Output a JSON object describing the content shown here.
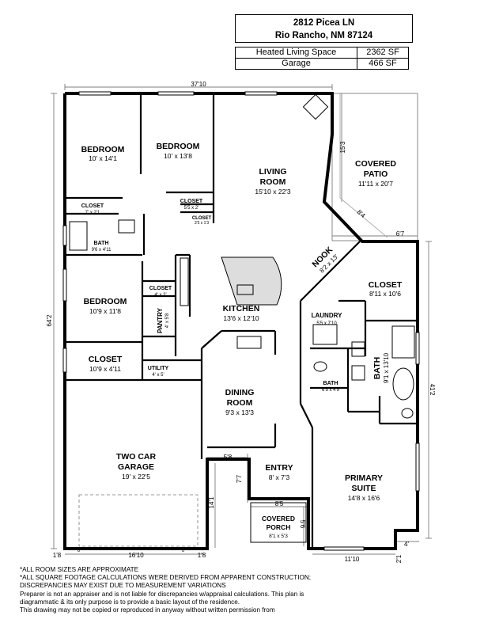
{
  "header": {
    "address_line1": "2812 Picea LN",
    "address_line2": "Rio Rancho, NM 87124"
  },
  "areas": [
    {
      "name": "Heated Living Space",
      "value": "2362 SF"
    },
    {
      "name": "Garage",
      "value": "466 SF"
    }
  ],
  "rooms": {
    "bedroom_nw": {
      "name": "BEDROOM",
      "size": "10' x 14'1"
    },
    "bedroom_n": {
      "name": "BEDROOM",
      "size": "10' x 13'8"
    },
    "living": {
      "name1": "LIVING",
      "name2": "ROOM",
      "size": "15'10 x 22'3"
    },
    "patio": {
      "name1": "COVERED",
      "name2": "PATIO",
      "size": "11'11 x 20'7"
    },
    "closet1": {
      "name": "CLOSET",
      "size": "7' x 2'1"
    },
    "closet2": {
      "name": "CLOSET",
      "size": "5'5 x 2'"
    },
    "closet3": {
      "name": "CLOSET",
      "size": "3'5 x 1'3"
    },
    "bath1": {
      "name": "BATH",
      "size": "9'6 x 4'11"
    },
    "nook": {
      "name": "NOOK",
      "size": "8'2 x 13'"
    },
    "closet_big": {
      "name": "CLOSET",
      "size": "8'11 x 10'6"
    },
    "bedroom_w": {
      "name": "BEDROOM",
      "size": "10'9 x 11'8"
    },
    "closet4": {
      "name": "CLOSET",
      "size": "4' x 2'"
    },
    "pantry": {
      "name": "PANTRY",
      "size": "4' x 5'8"
    },
    "kitchen": {
      "name": "KITCHEN",
      "size": "13'6 x 12'10"
    },
    "laundry": {
      "name": "LAUNDRY",
      "size": "5'5 x 7'10"
    },
    "bath_primary": {
      "name": "BATH",
      "size": "9'1 x 13'10"
    },
    "closet5": {
      "name": "CLOSET",
      "size": "10'9 x 4'11"
    },
    "utility": {
      "name": "UTILITY",
      "size": "4' x 5'"
    },
    "bath2": {
      "name": "BATH",
      "size": "6'5 x 4'9"
    },
    "dining": {
      "name1": "DINING",
      "name2": "ROOM",
      "size": "9'3 x 13'3"
    },
    "garage": {
      "name1": "TWO CAR",
      "name2": "GARAGE",
      "size": "19' x 22'5"
    },
    "entry": {
      "name": "ENTRY",
      "size": "8' x 7'3"
    },
    "porch": {
      "name1": "COVERED",
      "name2": "PORCH",
      "size": "8'1 x 5'3"
    },
    "primary": {
      "name1": "PRIMARY",
      "name2": "SUITE",
      "size": "14'8 x 16'6"
    }
  },
  "dims": {
    "top": "37'10",
    "left": "64'2",
    "right": "41'2",
    "patio_side": "15'3",
    "patio_diag": "8'4",
    "patio_bottom": "6'7",
    "entry_side": "5'8",
    "entry_left": "7'7",
    "porch_top": "8'5",
    "porch_right": "5'6",
    "garage_right": "14'1",
    "bottom_left": "1'8",
    "bottom_left2": "6'",
    "bottom_mid": "16'10",
    "bottom_right2": "6'",
    "bottom_right": "1'8",
    "bottom_primary": "11'10",
    "corner_right": "4'",
    "corner_bottom": "2'1"
  },
  "notes": [
    "*ALL ROOM SIZES ARE APPROXIMATE",
    "*ALL SQUARE FOOTAGE CALCULATIONS WERE DERIVED FROM APPARENT CONSTRUCTION;",
    "DISCREPANCIES MAY EXIST DUE TO MEASUREMENT VARIATIONS",
    "Preparer is not an appraiser and is not liable for discrepancies w/appraisal calculations.  This plan is",
    "diagrammatic & its only purpose is to provide a basic layout of the residence.",
    "This drawing may not be copied or reproduced in anyway without written permission from"
  ]
}
